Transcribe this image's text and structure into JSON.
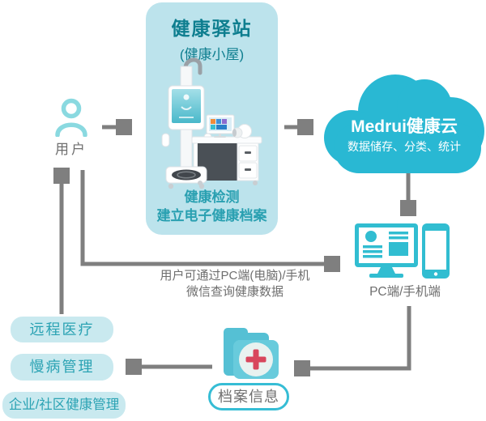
{
  "palette": {
    "cloud_cyan": "#29b8d3",
    "panel_blue": "#bce3ec",
    "pill_blue": "#c9e9ef",
    "teal_heading": "#0e7e8f",
    "teal_text": "#2aa2b3",
    "gray_text": "#6e6e6e",
    "arrow_gray": "#7f7f7f",
    "user_icon_teal": "#8ad9e0",
    "device_cyan": "#31bdd1",
    "folder_back": "#55c0d4",
    "folder_front": "#68cbdc",
    "cross_red": "#d8465c"
  },
  "icons": {
    "user": "user-icon",
    "cloud": "cloud-icon",
    "monitor": "monitor-icon",
    "phone": "phone-icon",
    "folder": "folder-medical-icon",
    "kiosk": "health-kiosk-illustration"
  },
  "nodes": {
    "user": {
      "label": "用户"
    },
    "station": {
      "title": "健康驿站",
      "subtitle": "(健康小屋)",
      "caption_line1": "健康检测",
      "caption_line2": "建立电子健康档案"
    },
    "cloud": {
      "title": "Medrui健康云",
      "subtitle": "数据储存、分类、统计"
    },
    "devices": {
      "label": "PC端/手机端"
    },
    "archive": {
      "label": "档案信息"
    },
    "services": [
      {
        "label": "远程医疗"
      },
      {
        "label": "慢病管理"
      },
      {
        "label": "企业/社区健康管理"
      }
    ]
  },
  "annotations": {
    "query_line1": "用户可通过PC端(电脑)/手机",
    "query_line2": "微信查询健康数据"
  }
}
